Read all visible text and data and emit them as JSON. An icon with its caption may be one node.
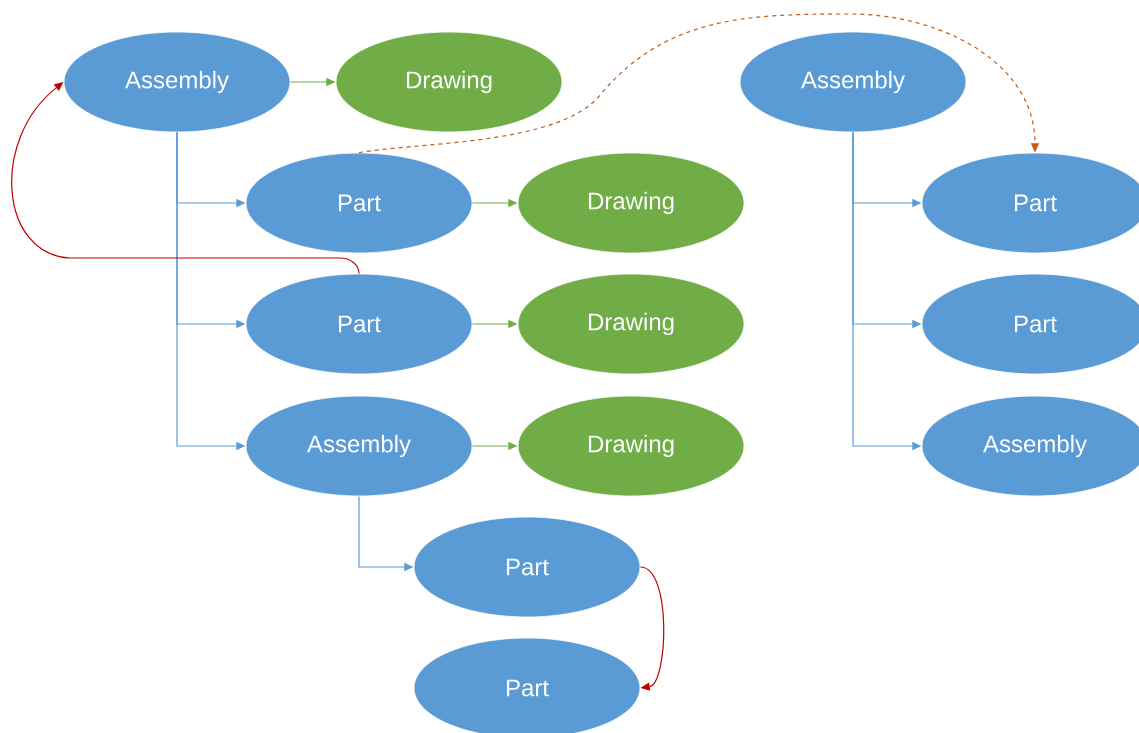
{
  "diagram": {
    "nodes": [
      {
        "text": [
          "Assembly"
        ]
      },
      {
        "text": [
          "Drawing"
        ]
      },
      {
        "text": [
          "Part"
        ]
      },
      {
        "text": [
          "Drawing"
        ]
      },
      {
        "text": [
          "Part"
        ]
      },
      {
        "text": [
          "Drawing"
        ]
      },
      {
        "text": [
          "Assembly"
        ]
      },
      {
        "text": [
          "Drawing"
        ]
      },
      {
        "text": [
          "Part"
        ]
      },
      {
        "text": [
          "Part"
        ]
      },
      {
        "text": [
          "Assembly"
        ]
      },
      {
        "text": [
          "Part"
        ]
      },
      {
        "text": [
          "Part"
        ]
      },
      {
        "text": [
          "Assembly"
        ]
      }
    ],
    "edges": [
      {
        "from": 0,
        "to": 1,
        "arrow": "to",
        "color": "#70ad47"
      },
      {
        "from": 0,
        "to": 2,
        "arrow": "to"
      },
      {
        "from": 0,
        "to": 4,
        "arrow": "to"
      },
      {
        "from": 0,
        "to": 6,
        "arrow": "to"
      },
      {
        "from": 2,
        "to": 3,
        "arrow": "to",
        "color": "#70ad47"
      },
      {
        "from": 4,
        "to": 5,
        "arrow": "to",
        "color": "#70ad47"
      },
      {
        "from": 6,
        "to": 7,
        "arrow": "to",
        "color": "#70ad47"
      },
      {
        "from": 6,
        "to": 8,
        "arrow": "to"
      },
      {
        "from": 8,
        "to": 9,
        "arrow": "to",
        "color": "#c00000"
      },
      {
        "from": 4,
        "to": 0,
        "arrow": "to",
        "color": "#c00000"
      },
      {
        "from": 2,
        "to": 11,
        "arrow": "to",
        "style": "dashed",
        "color": "#c55a11"
      },
      {
        "from": 10,
        "to": 11,
        "arrow": "to"
      },
      {
        "from": 10,
        "to": 12,
        "arrow": "to"
      },
      {
        "from": 10,
        "to": 13,
        "arrow": "to"
      }
    ]
  }
}
